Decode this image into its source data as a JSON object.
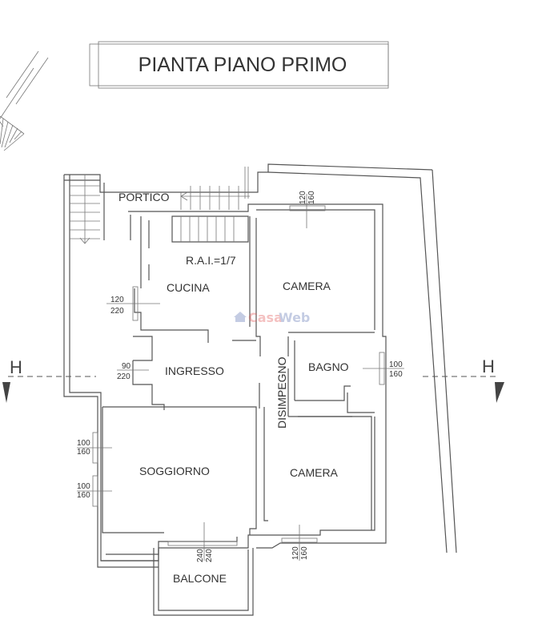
{
  "title": "PIANTA PIANO PRIMO",
  "rooms": {
    "portico": "PORTICO",
    "cucina": "CUCINA",
    "rai": "R.A.I.=1/7",
    "camera_top": "CAMERA",
    "ingresso": "INGRESSO",
    "disimpegno": "DISIMPEGNO",
    "bagno": "BAGNO",
    "soggiorno": "SOGGIORNO",
    "camera_bottom": "CAMERA",
    "balcone": "BALCONE"
  },
  "openings": {
    "camera_top_window": {
      "w": "120",
      "h": "160"
    },
    "cucina_window": {
      "w": "120",
      "h": "220"
    },
    "ingresso_door": {
      "w": "90",
      "h": "220"
    },
    "bagno_window": {
      "w": "100",
      "h": "160"
    },
    "soggiorno_window_1": {
      "w": "100",
      "h": "160"
    },
    "soggiorno_window_2": {
      "w": "100",
      "h": "160"
    },
    "balcone_door": {
      "w": "240",
      "h": "240"
    },
    "camera_bottom_window": {
      "w": "120",
      "h": "160"
    }
  },
  "section_marks": {
    "left": "H",
    "right": "H"
  },
  "watermark": {
    "brand_a": "Casa",
    "brand_b": "Web",
    "color_a": "#e05050",
    "color_b": "#5a70b0"
  },
  "colors": {
    "line": "#555555",
    "text": "#333333"
  }
}
